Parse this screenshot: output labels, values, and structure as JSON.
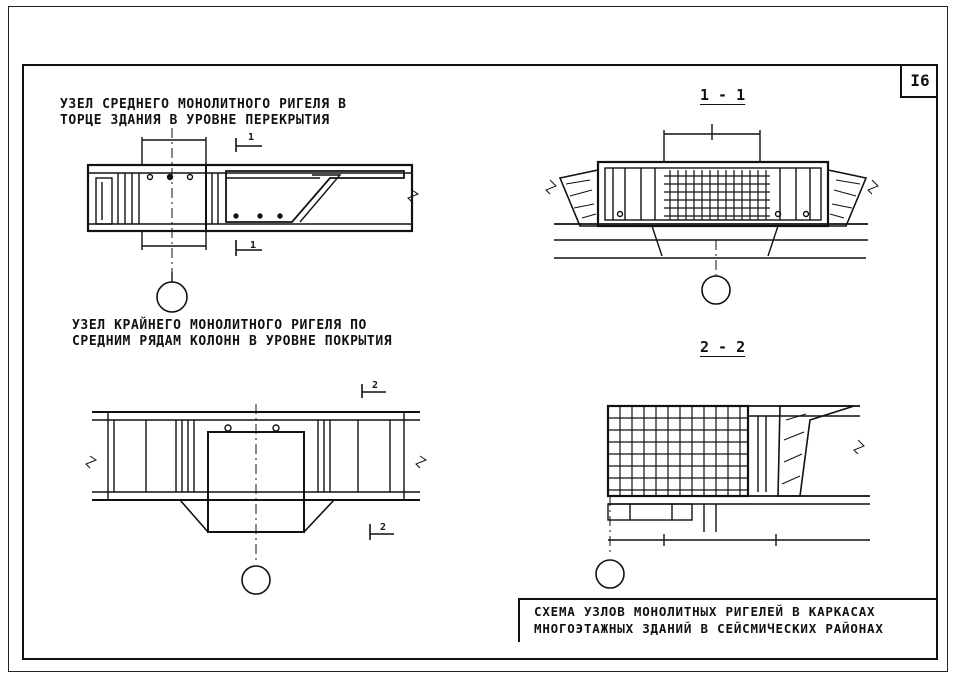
{
  "sheet": {
    "number": "I6"
  },
  "captions": {
    "node1_line1": "УЗЕЛ СРЕДНЕГО МОНОЛИТНОГО РИГЕЛЯ В",
    "node1_line2": "ТОРЦЕ ЗДАНИЯ В УРОВНЕ ПЕРЕКРЫТИЯ",
    "node2_line1": "УЗЕЛ КРАЙНЕГО МОНОЛИТНОГО РИГЕЛЯ ПО",
    "node2_line2": "СРЕДНИМ РЯДАМ КОЛОНН В УРОВНЕ ПОКРЫТИЯ"
  },
  "sections": {
    "s1": "1 - 1",
    "s2": "2 - 2"
  },
  "cut_marks": {
    "cut1": "1",
    "cut2": "2"
  },
  "title_block": {
    "line1": "СХЕМА УЗЛОВ МОНОЛИТНЫХ РИГЕЛЕЙ В КАРКАСАХ",
    "line2": "МНОГОЭТАЖНЫХ ЗДАНИЙ В СЕЙСМИЧЕСКИХ РАЙОНАХ"
  }
}
